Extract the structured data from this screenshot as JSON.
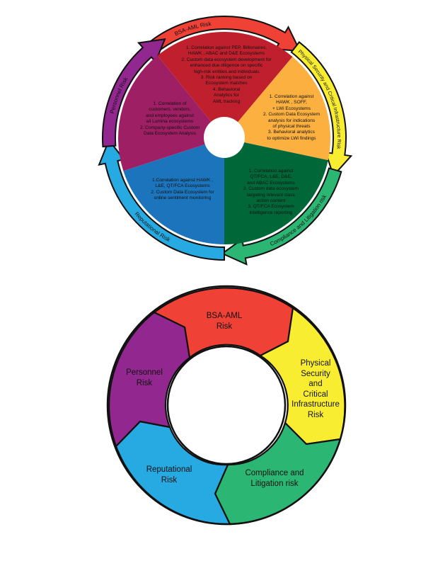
{
  "top_cycle": {
    "segments": [
      {
        "id": "bsa-aml",
        "ring_label": "BSA-AML Risk",
        "pie_color": "#c0202e",
        "ring_color": "#ef4136",
        "text": "1. Correlation against PEP, Billionaires,\nHAWK , ABAC and D&E Ecosystems\n2. Custom data ecosystem development for\nenhanced due diligence on specific\nhigh-risk entities and individuals\n3. Risk ranking based on\nEcosystem matches\n4. Behavioral\nAnalytics for\nAML tracking"
      },
      {
        "id": "physical-security",
        "ring_label": "Physical Security and Critical Infrastructure Risk",
        "pie_color": "#fbb040",
        "ring_color": "#f9ed32",
        "text": "1. Correlation against\nHAWK , SOFF,\n+ LWi Ecosystems\n2. Custom Data Ecosystem\nanalysis for indications\nof physical threats\n3. Behavioral analytics\nto optimize LWi findings"
      },
      {
        "id": "compliance",
        "ring_label": "Compliance and Litigation risk",
        "pie_color": "#006838",
        "ring_color": "#2bb673",
        "text": "1. Correlation against\nQT/FCA, L&E, D&E,\nand ABAC Ecosystems\n2. Custom data ecosystem\ntargeting relevant class\naction content\n3. QT/FCA Ecosystem\nintelligence reporting"
      },
      {
        "id": "reputational",
        "ring_label": "Reputational Risk",
        "pie_color": "#1c75bc",
        "ring_color": "#27aae1",
        "text": "1.Correlation against HAWK ,\nL&E, QT/FCA Ecosystems\n2. Custom Data Ecosystem for\nonline sentiment monitoring"
      },
      {
        "id": "personnel",
        "ring_label": "Personnel Risk",
        "pie_color": "#9e1f63",
        "ring_color": "#92278f",
        "text": "1. Correlation of\ncustomers, vendors,\nand employees against\nall Lumina ecosystems\n2. Company-specific Custom\nData Ecosystem Analysis"
      }
    ]
  },
  "bottom_donut": {
    "segments": [
      {
        "id": "bsa-aml",
        "label": "BSA-AML\nRisk",
        "color": "#ef4136"
      },
      {
        "id": "physical-security",
        "label": "Physical\nSecurity\nand\nCritical\nInfrastructure\nRisk",
        "color": "#f9ed32"
      },
      {
        "id": "compliance",
        "label": "Compliance and\nLitigation risk",
        "color": "#2bb673"
      },
      {
        "id": "reputational",
        "label": "Reputational\nRisk",
        "color": "#27aae1"
      },
      {
        "id": "personnel",
        "label": "Personnel\nRisk",
        "color": "#92278f"
      }
    ]
  }
}
